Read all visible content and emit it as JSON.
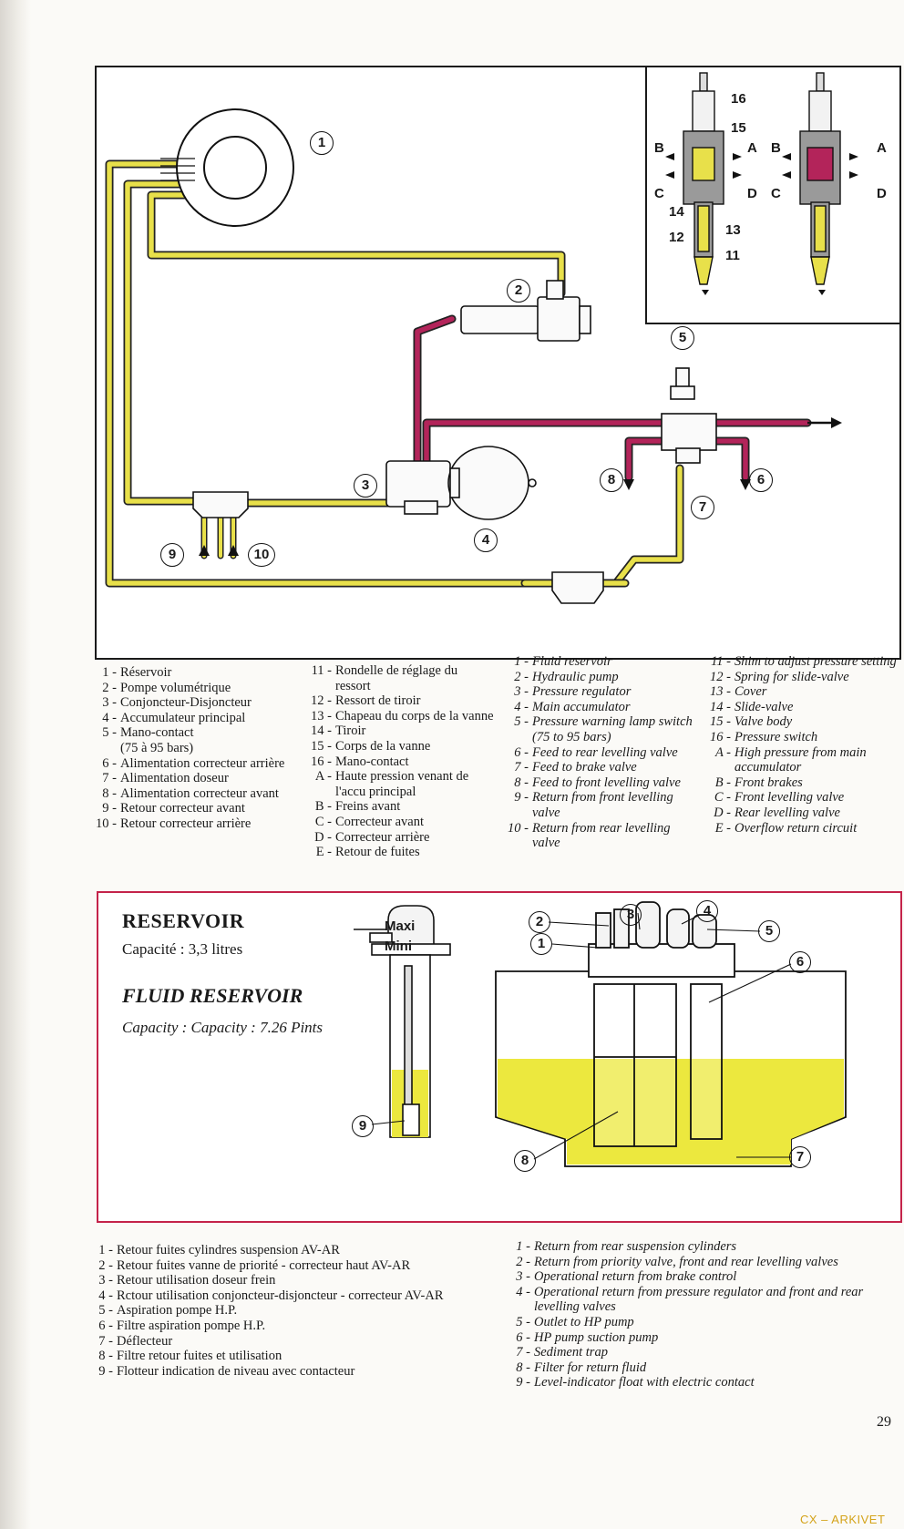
{
  "circuit_diagram": {
    "markers": [
      "1",
      "2",
      "3",
      "4",
      "5",
      "6",
      "7",
      "8",
      "9",
      "10"
    ],
    "valve_inset": {
      "markers": [
        "16",
        "15",
        "14",
        "13",
        "12",
        "11"
      ],
      "ports": [
        "A",
        "B",
        "C",
        "D"
      ]
    }
  },
  "legend_fr": [
    {
      "n": "1 -",
      "t": "Réservoir"
    },
    {
      "n": "2 -",
      "t": "Pompe volumétrique"
    },
    {
      "n": "3 -",
      "t": "Conjoncteur-Disjoncteur"
    },
    {
      "n": "4 -",
      "t": "Accumulateur principal"
    },
    {
      "n": "5 -",
      "t": "Mano-contact"
    },
    {
      "n": "",
      "t": "(75 à 95 bars)"
    },
    {
      "n": "6 -",
      "t": "Alimentation correcteur arrière"
    },
    {
      "n": "7 -",
      "t": "Alimentation doseur"
    },
    {
      "n": "8 -",
      "t": "Alimentation correcteur avant"
    },
    {
      "n": "9 -",
      "t": "Retour correcteur avant"
    },
    {
      "n": "10 -",
      "t": "Retour correcteur arrière"
    }
  ],
  "legend_fr2": [
    {
      "n": "11 -",
      "t": "Rondelle de réglage du ressort"
    },
    {
      "n": "12 -",
      "t": "Ressort de tiroir"
    },
    {
      "n": "13 -",
      "t": "Chapeau du corps de la vanne"
    },
    {
      "n": "14 -",
      "t": "Tiroir"
    },
    {
      "n": "15 -",
      "t": "Corps de la vanne"
    },
    {
      "n": "16 -",
      "t": "Mano-contact"
    },
    {
      "n": "A -",
      "t": "Haute pression venant de l'accu principal"
    },
    {
      "n": "B -",
      "t": "Freins avant"
    },
    {
      "n": "C -",
      "t": "Correcteur avant"
    },
    {
      "n": "D -",
      "t": "Correcteur arrière"
    },
    {
      "n": "E -",
      "t": "Retour de fuites"
    }
  ],
  "legend_en": [
    {
      "n": "1 -",
      "t": "Fluid reservoir"
    },
    {
      "n": "2 -",
      "t": "Hydraulic pump"
    },
    {
      "n": "3 -",
      "t": "Pressure regulator"
    },
    {
      "n": "4 -",
      "t": "Main accumulator"
    },
    {
      "n": "5 -",
      "t": "Pressure warning lamp switch (75 to 95 bars)"
    },
    {
      "n": "6 -",
      "t": "Feed to rear levelling valve"
    },
    {
      "n": "7 -",
      "t": "Feed to brake valve"
    },
    {
      "n": "8 -",
      "t": "Feed to front levelling valve"
    },
    {
      "n": "9 -",
      "t": "Return from front levelling valve"
    },
    {
      "n": "10 -",
      "t": "Return from rear levelling valve"
    }
  ],
  "legend_en2": [
    {
      "n": "11 -",
      "t": "Shim to adjust pressure setting"
    },
    {
      "n": "12 -",
      "t": "Spring for slide-valve"
    },
    {
      "n": "13 -",
      "t": "Cover"
    },
    {
      "n": "14 -",
      "t": "Slide-valve"
    },
    {
      "n": "15 -",
      "t": "Valve body"
    },
    {
      "n": "16 -",
      "t": "Pressure switch"
    },
    {
      "n": "A -",
      "t": "High pressure from main accumulator"
    },
    {
      "n": "B -",
      "t": "Front brakes"
    },
    {
      "n": "C -",
      "t": "Front levelling valve"
    },
    {
      "n": "D -",
      "t": "Rear levelling valve"
    },
    {
      "n": "E -",
      "t": "Overflow return circuit"
    }
  ],
  "reservoir": {
    "title_fr": "RESERVOIR",
    "capacity_fr": "Capacité : 3,3 litres",
    "title_en": "FLUID RESERVOIR",
    "capacity_en": "Capacity : Capacity : 7.26 Pints",
    "level_max": "Maxi",
    "level_min": "Mini",
    "markers": [
      "1",
      "2",
      "3",
      "4",
      "5",
      "6",
      "7",
      "8",
      "9"
    ]
  },
  "reservoir_legend_fr": [
    {
      "n": "1 -",
      "t": "Retour fuites cylindres suspension AV-AR"
    },
    {
      "n": "2 -",
      "t": "Retour fuites vanne de priorité - correcteur haut AV-AR"
    },
    {
      "n": "3 -",
      "t": "Retour utilisation doseur frein"
    },
    {
      "n": "4 -",
      "t": "Rctour utilisation conjoncteur-disjoncteur - correcteur AV-AR"
    },
    {
      "n": "5 -",
      "t": "Aspiration pompe H.P."
    },
    {
      "n": "6 -",
      "t": "Filtre aspiration pompe H.P."
    },
    {
      "n": "7 -",
      "t": "Déflecteur"
    },
    {
      "n": "8 -",
      "t": "Filtre retour fuites et utilisation"
    },
    {
      "n": "9 -",
      "t": "Flotteur indication de niveau avec contacteur"
    }
  ],
  "reservoir_legend_en": [
    {
      "n": "1 -",
      "t": "Return from rear suspension cylinders"
    },
    {
      "n": "2 -",
      "t": "Return from priority valve, front and rear levelling valves"
    },
    {
      "n": "3 -",
      "t": "Operational return from brake control"
    },
    {
      "n": "4 -",
      "t": "Operational return from pressure regulator and front and rear levelling valves"
    },
    {
      "n": "5 -",
      "t": "Outlet to HP pump"
    },
    {
      "n": "6 -",
      "t": "HP pump suction pump"
    },
    {
      "n": "7 -",
      "t": "Sediment trap"
    },
    {
      "n": "8 -",
      "t": "Filter for return fluid"
    },
    {
      "n": "9 -",
      "t": "Level-indicator float with electric contact"
    }
  ],
  "page_number": "29",
  "watermark": "CX – ARKIVET",
  "colors": {
    "return_line": "#e8e04a",
    "pressure_line": "#b3245a",
    "frame": "#c4234a",
    "fluid": "#ece83e"
  }
}
